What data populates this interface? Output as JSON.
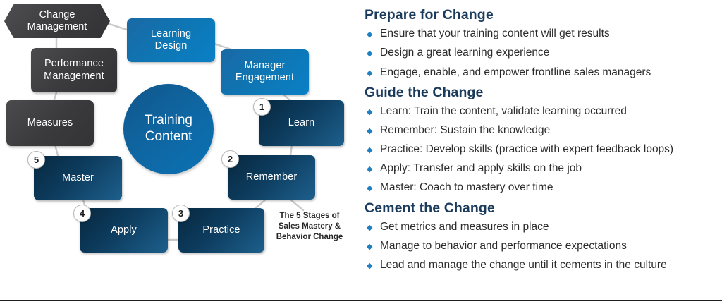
{
  "diagram": {
    "center": {
      "label": "Training\nContent",
      "name": "training-content-circle"
    },
    "enablers": [
      {
        "id": "change-management",
        "label": "Change\nManagement",
        "shape": "hexagon"
      },
      {
        "id": "performance-management",
        "label": "Performance\nManagement",
        "shape": "rounded-rect"
      },
      {
        "id": "measures",
        "label": "Measures",
        "shape": "rounded-rect"
      }
    ],
    "inputs": [
      {
        "id": "learning-design",
        "label": "Learning\nDesign"
      },
      {
        "id": "manager-engagement",
        "label": "Manager\nEngagement"
      }
    ],
    "stages": [
      {
        "number": "1",
        "label": "Learn"
      },
      {
        "number": "2",
        "label": "Remember"
      },
      {
        "number": "3",
        "label": "Practice"
      },
      {
        "number": "4",
        "label": "Apply"
      },
      {
        "number": "5",
        "label": "Master"
      }
    ],
    "caption": "The 5 Stages of\nSales Mastery &\nBehavior Change",
    "colors": {
      "grey_node": "#3b3b3d",
      "blue_node": "#0e76b4",
      "navy_node": "#0d3c5e",
      "circle": "#0f65a0",
      "connector": "#c9c9c9",
      "badge_border": "#b9b9b9"
    }
  },
  "panel": {
    "sections": [
      {
        "title": "Prepare for Change",
        "bullets": [
          "Ensure that your training content will get results",
          "Design a great learning experience",
          "Engage, enable, and empower frontline sales managers"
        ]
      },
      {
        "title": "Guide the Change",
        "bullets": [
          "Learn: Train the content, validate learning occurred",
          "Remember: Sustain the knowledge",
          "Practice: Develop skills (practice with expert feedback loops)",
          "Apply: Transfer and apply skills on the job",
          "Master: Coach to mastery over time"
        ]
      },
      {
        "title": "Cement the Change",
        "bullets": [
          "Get metrics and measures in place",
          "Manage to behavior and performance expectations",
          "Lead and manage the change until it cements in the culture"
        ]
      }
    ],
    "bullet_glyph": "◆",
    "colors": {
      "heading": "#1b3b5c",
      "bullet_marker": "#1f7fc4",
      "body_text": "#2b2b2b"
    }
  }
}
